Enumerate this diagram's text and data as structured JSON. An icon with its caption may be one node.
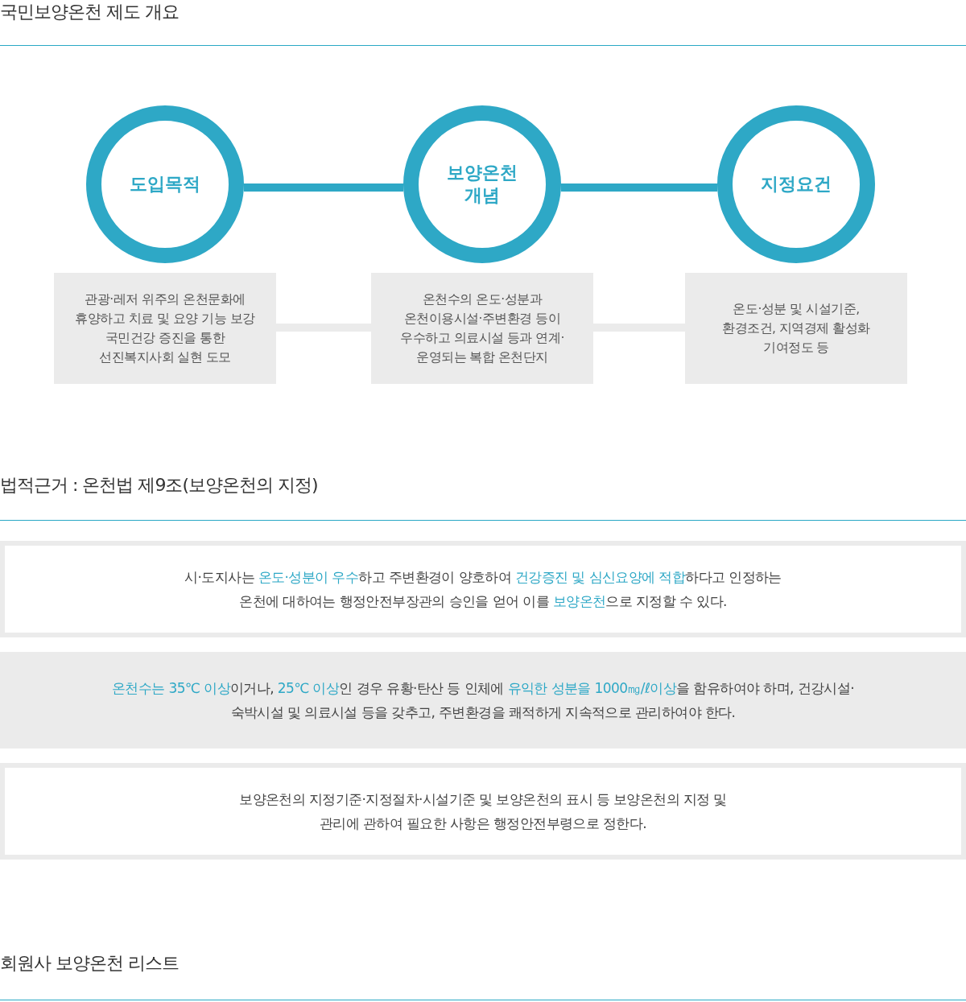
{
  "diagram": {
    "title": "국민보양온천 제도 개요",
    "nodes": [
      {
        "text": [
          "도입목적"
        ]
      },
      {
        "text": [
          "보양온천 개념"
        ]
      },
      {
        "text": [
          "지정요건"
        ]
      },
      {
        "text": [
          "관광·레저 위주의 온천문화에 휴양하고 치료 및 요양 기능 보강 국민건강 증진을 통한 선진복지사회 실현 도모"
        ]
      },
      {
        "text": [
          "온천수의 온도·성분과 온천이용시설·주변환경 등이 우수하고 의료시설 등과 연계·운영되는 복합 온천단지"
        ]
      },
      {
        "text": [
          "온도·성분 및 시설기준, 환경조건, 지역경제 활성화 기여정도 등"
        ]
      },
      {
        "text": [
          "시·도지사는 **온도·성분이 우수**하고 주변환경이 양호하여 **건강증진 및 심신요양에 적합**하다고 인정하는 온천에 대하여는 행정안전부장관의 승인을 얻어 이를 **보양온천**으로 지정할 수 있다."
        ]
      },
      {
        "text": [
          "**온천수는 35℃ 이상**이거나, **25℃ 이상**인 경우 유황·탄산 등 인체에 **유익한 성분을 1000㎎/ℓ이상**을 함유하여야 하며, 건강시설·숙박시설 및 의료시설 등을 갖추고, 주변환경을 쾌적하게 지속적으로 관리하여야 한다."
        ]
      },
      {
        "text": [
          "보양온천의 지정기준·지정절차·시설기준 및 보양온천의 표시 등 보양온천의 지정 및 관리에 관하여 필요한 사항은 행정안전부령으로 정한다."
        ]
      }
    ],
    "edges": [
      {
        "from": 0,
        "to": 1,
        "arrow": "none"
      },
      {
        "from": 1,
        "to": 2,
        "arrow": "none"
      },
      {
        "from": 3,
        "to": 4,
        "arrow": "none",
        "color": "#ebebeb"
      },
      {
        "from": 4,
        "to": 5,
        "arrow": "none",
        "color": "#ebebeb"
      }
    ],
    "labels": [
      "법적근거 : 온천법 제9조(보양온천의 지정)",
      "회원사 보양온천 리스트"
    ]
  }
}
